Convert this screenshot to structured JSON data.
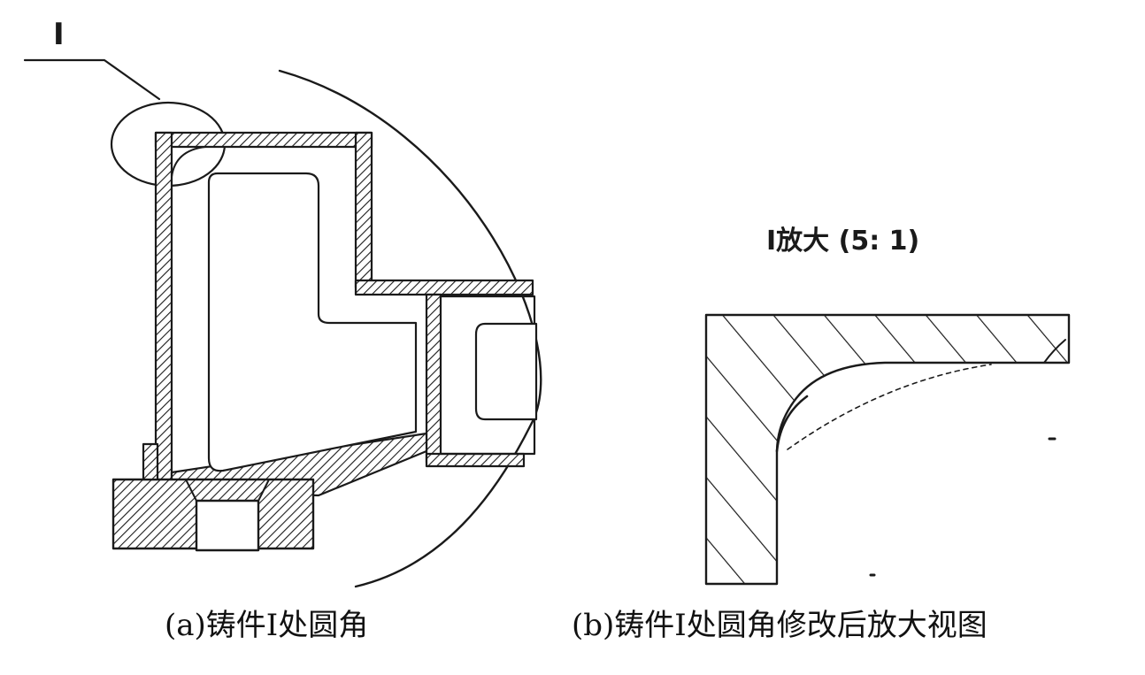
{
  "labels": {
    "section_marker": "I",
    "detail_title": "I放大 (5: 1)"
  },
  "captions": {
    "a": "(a)铸件Ⅰ处圆角",
    "b": "(b)铸件Ⅰ处圆角修改后放大视图"
  },
  "colors": {
    "line": "#1a1a1a",
    "background": "#ffffff"
  }
}
